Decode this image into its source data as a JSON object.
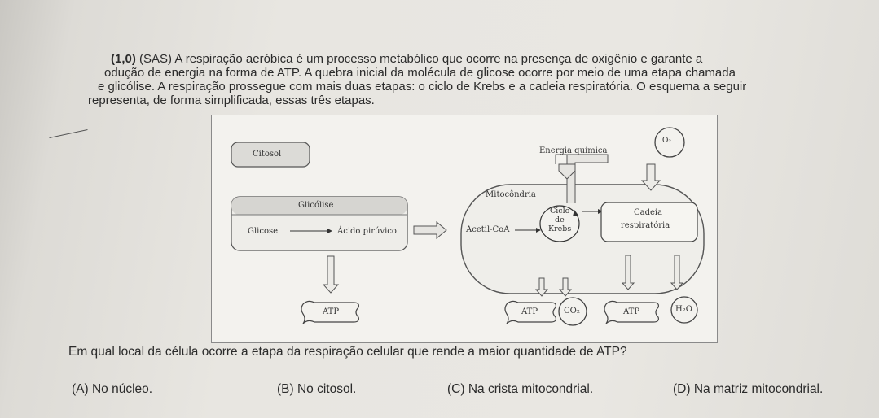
{
  "question_header": {
    "score": "(1,0)",
    "line1": "(SAS) A respiração aeróbica é um processo metabólico que ocorre na presença de oxigênio e garante a",
    "line2": "odução de energia na forma de ATP. A quebra inicial da molécula de glicose ocorre por meio de uma etapa chamada",
    "line3": "e glicólise. A respiração prossegue com mais duas etapas: o ciclo de Krebs e a cadeia respiratória. O esquema a seguir",
    "line4": "representa, de forma simplificada, essas três etapas."
  },
  "diagram": {
    "citosol": "Citosol",
    "energia": "Energia química",
    "o2": "O₂",
    "mitocondria": "Mitocôndria",
    "glicolise": "Glicólise",
    "glicose": "Glicose",
    "acido": "Ácido pirúvico",
    "acetil": "Acetil-CoA",
    "ciclo_1": "Ciclo",
    "ciclo_2": "de",
    "ciclo_3": "Krebs",
    "cadeia_1": "Cadeia",
    "cadeia_2": "respiratória",
    "atp": "ATP",
    "co2": "CO₂",
    "h2o": "H₂O"
  },
  "question": "Em qual local da célula ocorre a etapa da respiração celular que rende a maior quantidade de ATP?",
  "options": [
    "(A) No núcleo.",
    "(B) No citosol.",
    "(C) Na crista mitocondrial.",
    "(D) Na matriz mitocondrial."
  ]
}
